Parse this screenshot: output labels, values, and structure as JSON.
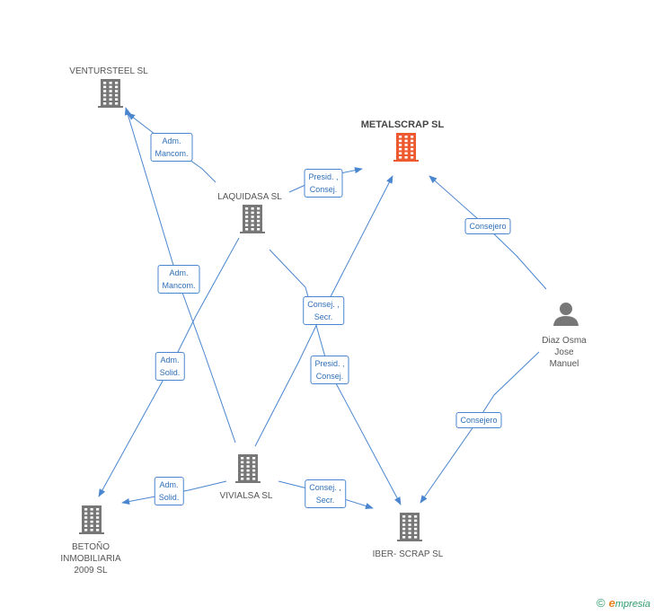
{
  "colors": {
    "edge": "#4a86cf",
    "building": "#777777",
    "focus_building": "#ee5a2f",
    "person": "#777777"
  },
  "nodes": [
    {
      "id": "ventursteel",
      "label": [
        "VENTURSTEEL SL"
      ],
      "kind": "company"
    },
    {
      "id": "metalscrap",
      "label": [
        "METALSCRAP SL"
      ],
      "kind": "company-focus"
    },
    {
      "id": "laquidasa",
      "label": [
        "LAQUIDASA  SL"
      ],
      "kind": "company"
    },
    {
      "id": "diaz",
      "label": [
        "Diaz Osma",
        "Jose",
        "Manuel"
      ],
      "kind": "person"
    },
    {
      "id": "vivialsa",
      "label": [
        "VIVIALSA  SL"
      ],
      "kind": "company"
    },
    {
      "id": "betono",
      "label": [
        "BETOÑO",
        "INMOBILIARIA",
        "2009 SL"
      ],
      "kind": "company"
    },
    {
      "id": "iberscrap",
      "label": [
        "IBER- SCRAP SL"
      ],
      "kind": "company"
    }
  ],
  "edges": [
    {
      "from": "laquidasa",
      "to": "ventursteel",
      "label": [
        "Adm.",
        "Mancom."
      ]
    },
    {
      "from": "vivialsa",
      "to": "ventursteel",
      "label": [
        "Adm.",
        "Mancom."
      ]
    },
    {
      "from": "laquidasa",
      "to": "metalscrap",
      "label": [
        "Presid. ,",
        "Consej."
      ]
    },
    {
      "from": "diaz",
      "to": "metalscrap",
      "label": [
        "Consejero"
      ]
    },
    {
      "from": "vivialsa",
      "to": "metalscrap",
      "label": [
        "Consej. ,",
        "Secr."
      ]
    },
    {
      "from": "laquidasa",
      "to": "betono",
      "label": [
        "Adm.",
        "Solid."
      ]
    },
    {
      "from": "laquidasa",
      "to": "iberscrap",
      "label": [
        "Presid. ,",
        "Consej."
      ]
    },
    {
      "from": "diaz",
      "to": "iberscrap",
      "label": [
        "Consejero"
      ]
    },
    {
      "from": "vivialsa",
      "to": "betono",
      "label": [
        "Adm.",
        "Solid."
      ]
    },
    {
      "from": "vivialsa",
      "to": "iberscrap",
      "label": [
        "Consej. ,",
        "Secr."
      ]
    }
  ],
  "footer": {
    "copyright": "©",
    "brand_initial": "e",
    "brand_rest": "mpresia"
  }
}
